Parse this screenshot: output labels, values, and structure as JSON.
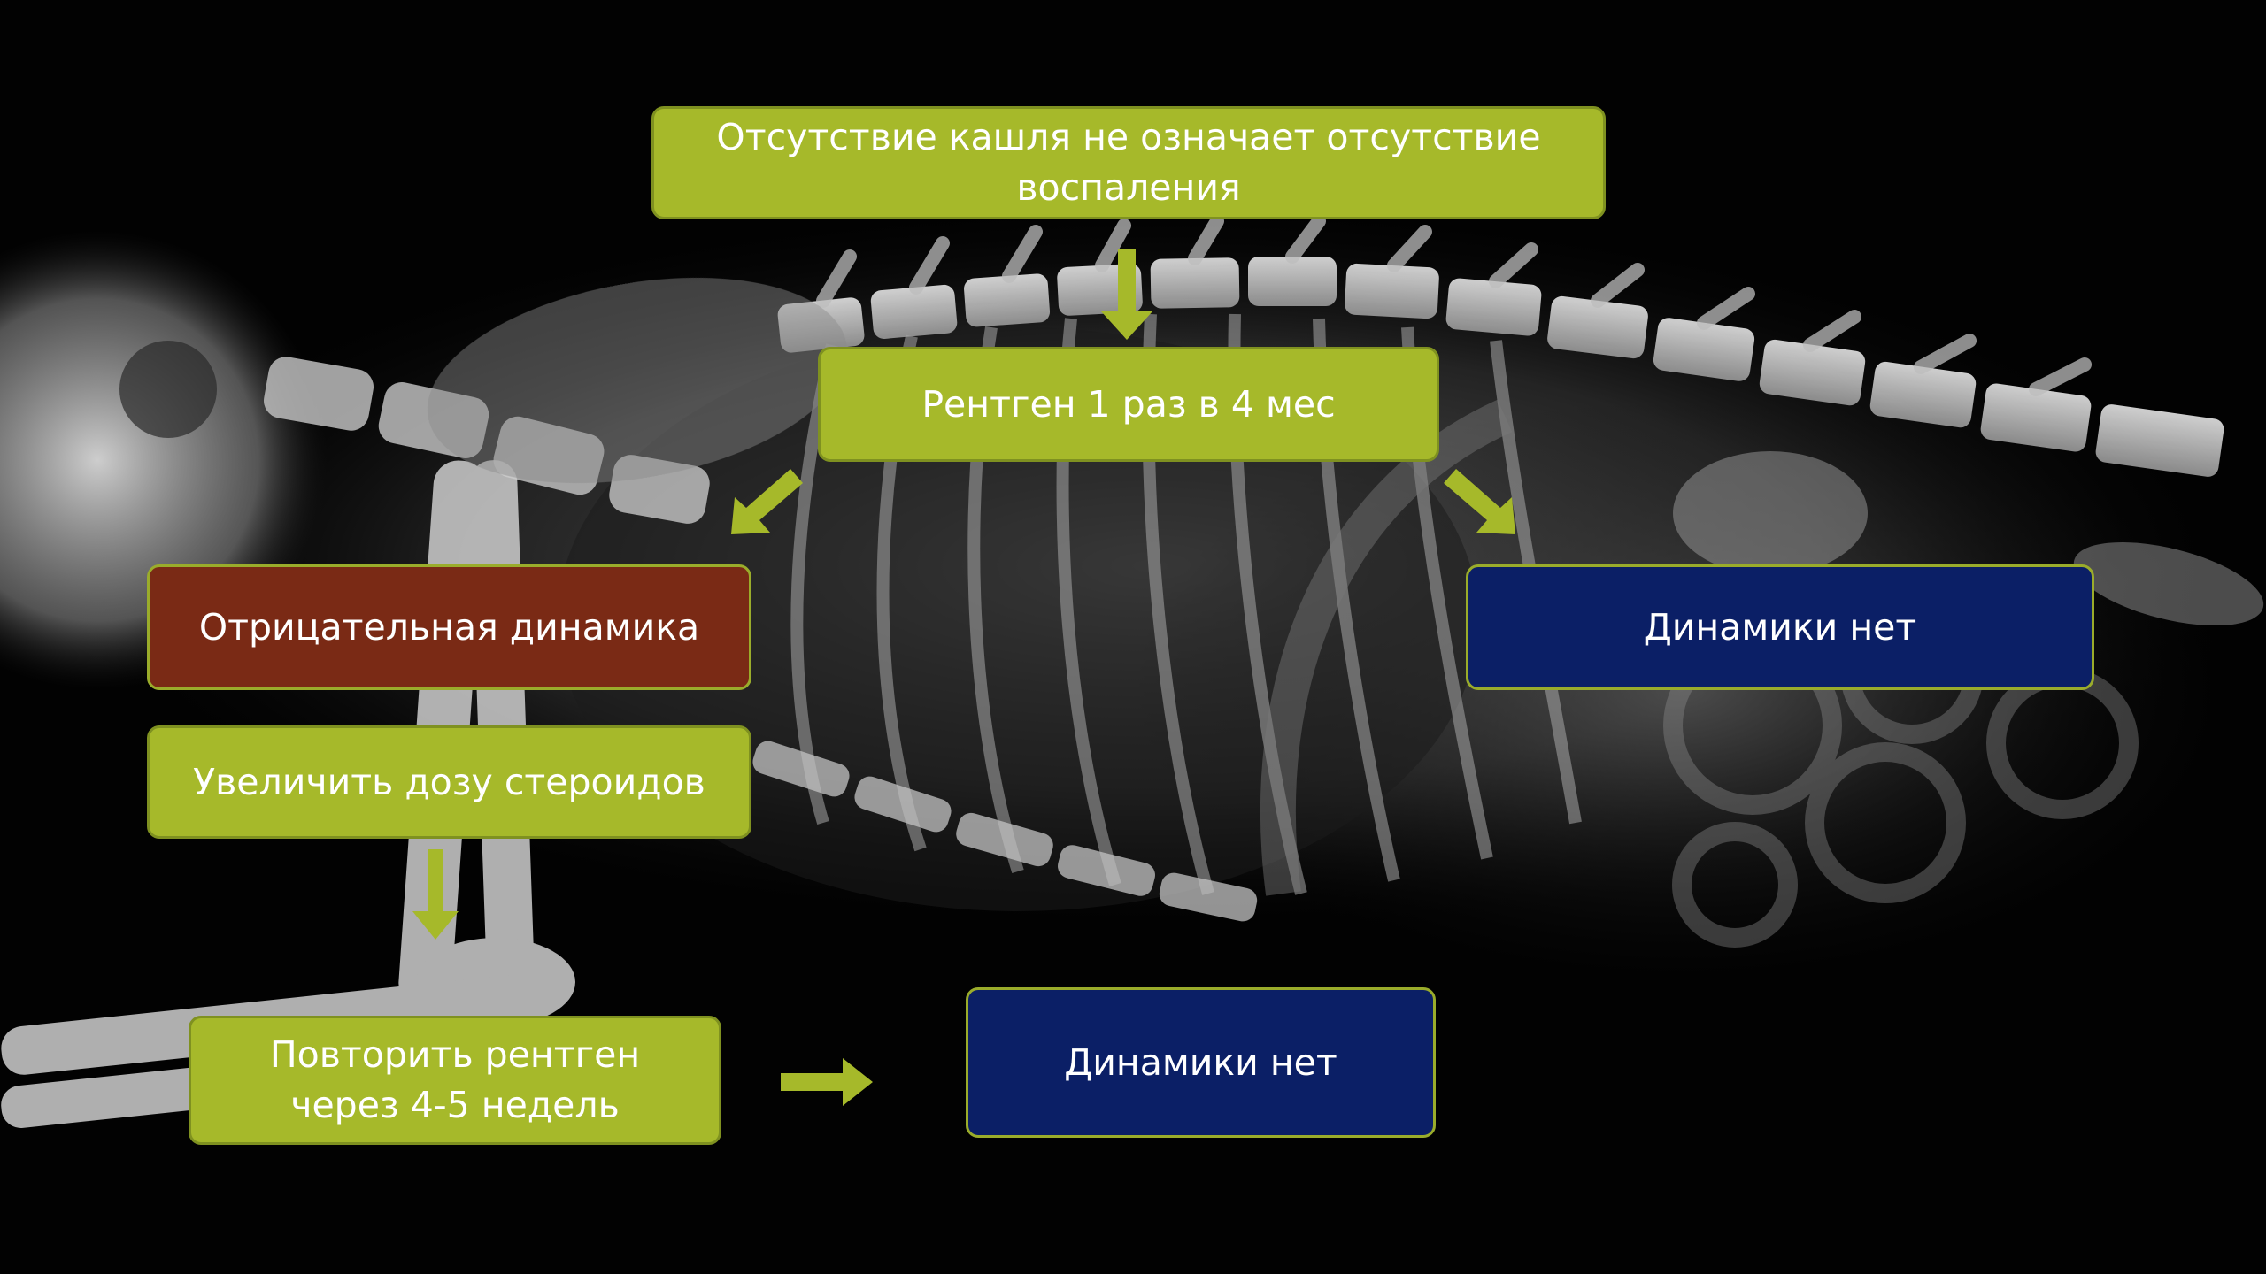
{
  "background": {
    "description_icon": "x-ray-image",
    "color": "#020202"
  },
  "colors": {
    "green": "#a6b92a",
    "red": "#7a2a15",
    "blue": "#0b1f66",
    "arrow": "#a6b92a"
  },
  "nodes": {
    "top": "Отсутствие кашля не означает отсутствие воспаления",
    "xray_freq": "Рентген 1 раз в 4 мес",
    "negative": "Отрицательная динамика",
    "no_change_right": "Динамики нет",
    "increase_dose": "Увеличить дозу стероидов",
    "repeat_xray": "Повторить рентген через 4-5 недель",
    "no_change_bottom": "Динамики нет"
  }
}
